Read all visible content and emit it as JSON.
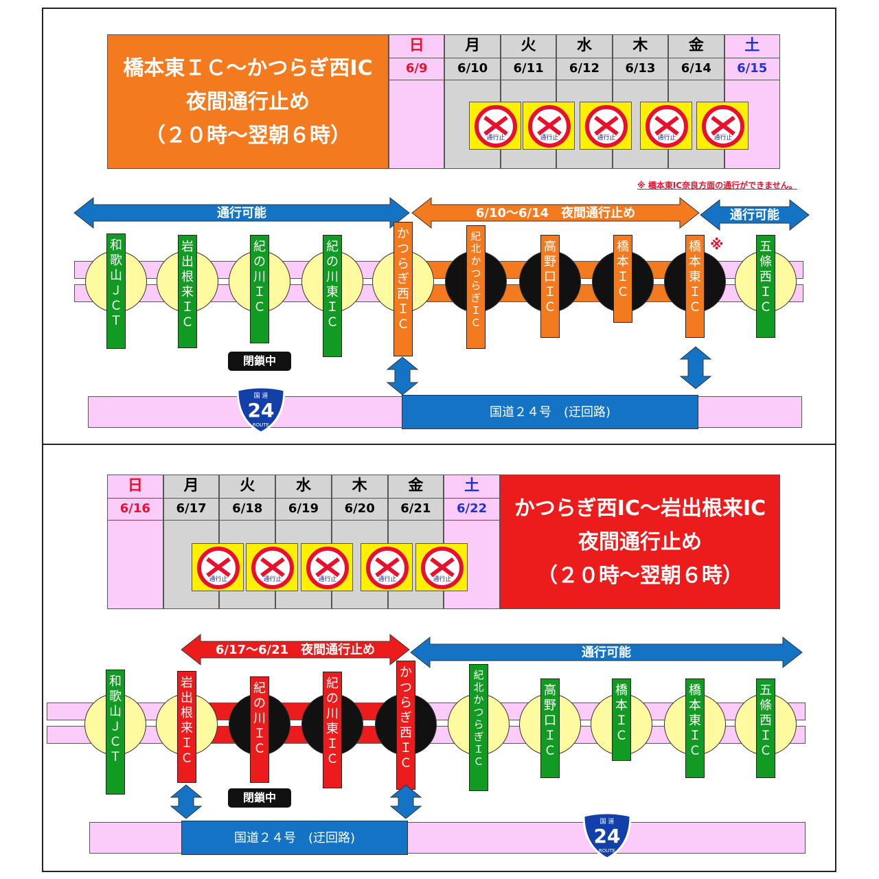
{
  "colors": {
    "green": "#129b22",
    "orange": "#f47a1f",
    "red": "#ec1c1c",
    "blue": "#1473c4",
    "pink": "#fbccf9",
    "yellow_circle": "#fdfaa0",
    "black_circle": "#111111",
    "weekday_bg": "#d4d4d4",
    "sign_yellow": "#ffef00"
  },
  "panel_top": {
    "title": "橋本東ＩＣ～かつらぎ西IC\n夜間通行止め\n（２０時～翌朝６時）",
    "days": [
      {
        "name": "日",
        "date": "6/9",
        "kind": "sun"
      },
      {
        "name": "月",
        "date": "6/10",
        "kind": "week"
      },
      {
        "name": "火",
        "date": "6/11",
        "kind": "week"
      },
      {
        "name": "水",
        "date": "6/12",
        "kind": "week"
      },
      {
        "name": "木",
        "date": "6/13",
        "kind": "week"
      },
      {
        "name": "金",
        "date": "6/14",
        "kind": "week"
      },
      {
        "name": "土",
        "date": "6/15",
        "kind": "sat"
      }
    ],
    "note": "※ 橋本東IC奈良方面の通行ができません。",
    "arrow_left_label": "通行可能",
    "arrow_mid_label": "6/10～6/14　夜間通行止め",
    "arrow_right_label": "通行可能",
    "closed_badge": "閉鎖中",
    "asterisk": "※",
    "road_label": "国道２４号　(迂回路)",
    "route_sign": {
      "top": "国 道",
      "number": "24",
      "bottom": "ROUTE"
    },
    "stations": [
      "和歌山ＪＣＴ",
      "岩出根来ＩＣ",
      "紀の川ＩＣ",
      "紀の川東ＩＣ",
      "かつらぎ西ＩＣ",
      "紀北かつらぎＩＣ",
      "高野口ＩＣ",
      "橋本ＩＣ",
      "橋本東ＩＣ",
      "五條西ＩＣ"
    ]
  },
  "panel_bottom": {
    "title": "かつらぎ西IC～岩出根来IC\n夜間通行止め\n（２０時～翌朝６時）",
    "days": [
      {
        "name": "日",
        "date": "6/16",
        "kind": "sun"
      },
      {
        "name": "月",
        "date": "6/17",
        "kind": "week"
      },
      {
        "name": "火",
        "date": "6/18",
        "kind": "week"
      },
      {
        "name": "水",
        "date": "6/19",
        "kind": "week"
      },
      {
        "name": "木",
        "date": "6/20",
        "kind": "week"
      },
      {
        "name": "金",
        "date": "6/21",
        "kind": "week"
      },
      {
        "name": "土",
        "date": "6/22",
        "kind": "sat"
      }
    ],
    "arrow_left_label": "6/17～6/21　夜間通行止め",
    "arrow_right_label": "通行可能",
    "closed_badge": "閉鎖中",
    "road_label": "国道２４号　(迂回路)",
    "route_sign": {
      "top": "国 道",
      "number": "24",
      "bottom": "ROUTE"
    },
    "stations": [
      "和歌山ＪＣＴ",
      "岩出根来ＩＣ",
      "紀の川ＩＣ",
      "紀の川東ＩＣ",
      "かつらぎ西ＩＣ",
      "紀北かつらぎＩＣ",
      "高野口ＩＣ",
      "橋本ＩＣ",
      "橋本東ＩＣ",
      "五條西ＩＣ"
    ]
  },
  "sign_label": "通行止"
}
